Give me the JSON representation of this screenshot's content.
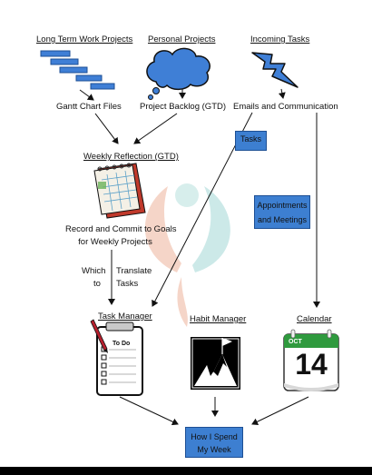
{
  "top": {
    "long_term": "Long Term Work Projects",
    "personal": "Personal Projects",
    "incoming": "Incoming Tasks"
  },
  "sources": {
    "gantt": "Gantt Chart Files",
    "backlog": "Project Backlog (GTD)",
    "emails": "Emails and Communication"
  },
  "reflection": {
    "title": "Weekly Reflection (GTD)",
    "line1": "Record and Commit to Goals",
    "line2": "for Weekly Projects"
  },
  "notes": {
    "which": "Which",
    "to": "to",
    "translate": "Translate",
    "tasks": "Tasks",
    "tasks_box": "Tasks",
    "appointments_line1": "Appointments",
    "appointments_line2": "and Meetings"
  },
  "tools": {
    "task_manager": "Task Manager",
    "todo_label": "To Do",
    "habit_manager": "Habit Manager",
    "calendar": "Calendar",
    "calendar_month": "OCT",
    "calendar_day": "14"
  },
  "outcome": {
    "line1": "How I Spend",
    "line2": "My Week"
  },
  "colors": {
    "box_blue": "#3d7fd1",
    "cloud_blue": "#3f7fd6",
    "calendar_green": "#2f9a3e"
  }
}
